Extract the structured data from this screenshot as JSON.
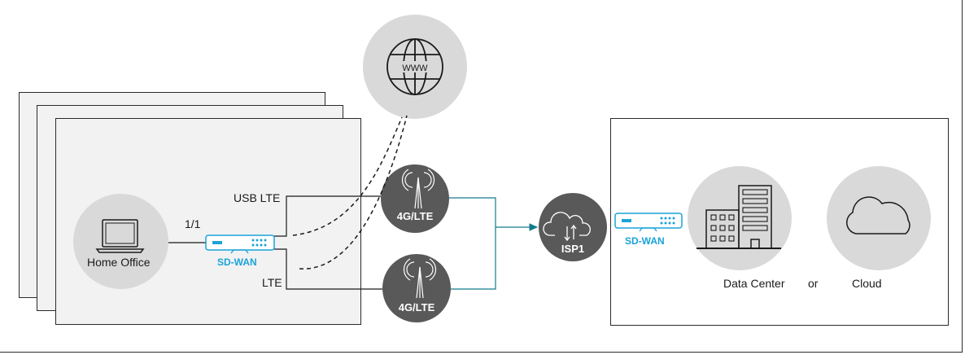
{
  "labels": {
    "usb_lte": "USB LTE",
    "lte": "LTE",
    "port": "1/1",
    "home_office": "Home Office",
    "sdwan_branch": "SD-WAN",
    "sdwan_dc": "SD-WAN",
    "lte_tower_1": "4G/LTE",
    "lte_tower_2": "4G/LTE",
    "isp": "ISP1",
    "data_center": "Data Center",
    "or": "or",
    "cloud": "Cloud",
    "www": "WWW"
  },
  "colors": {
    "panel": "#f2f2f2",
    "light_circle": "#d9d9d9",
    "dark_circle": "#595959",
    "accent": "#1aa3d9",
    "teal_line": "#137a8c"
  }
}
